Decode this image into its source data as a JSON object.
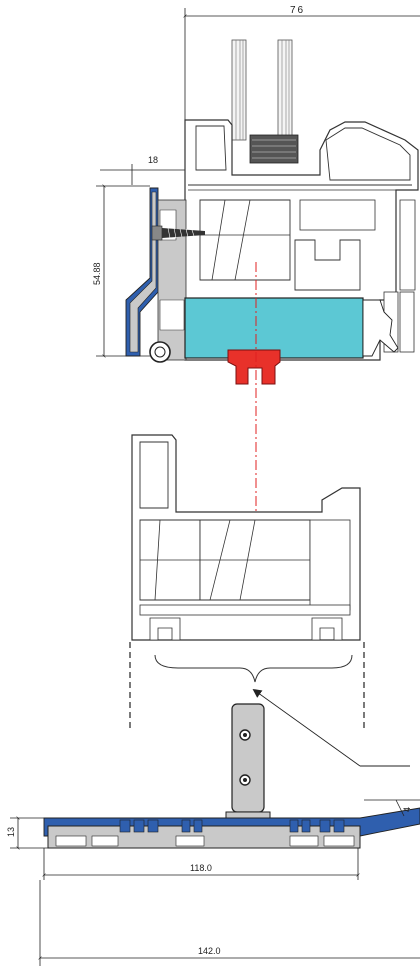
{
  "dimensions": {
    "top_width": "76",
    "left_offset": "18",
    "height_left": "54.88",
    "sill_height": "13",
    "inner_width": "118.0",
    "total_width": "142.0",
    "small_step": "4"
  },
  "colors": {
    "profile_grey": "#c9c9c9",
    "profile_stroke": "#333333",
    "blue_seal": "#2f5fae",
    "cyan_reinforcement": "#5cc8d4",
    "red_connector": "#e8312a",
    "axis_red": "#e02020",
    "glass_line": "#555555"
  },
  "icons": {
    "screw": "screw-icon",
    "bolt": "bolt-icon",
    "arrow": "arrow-icon"
  }
}
